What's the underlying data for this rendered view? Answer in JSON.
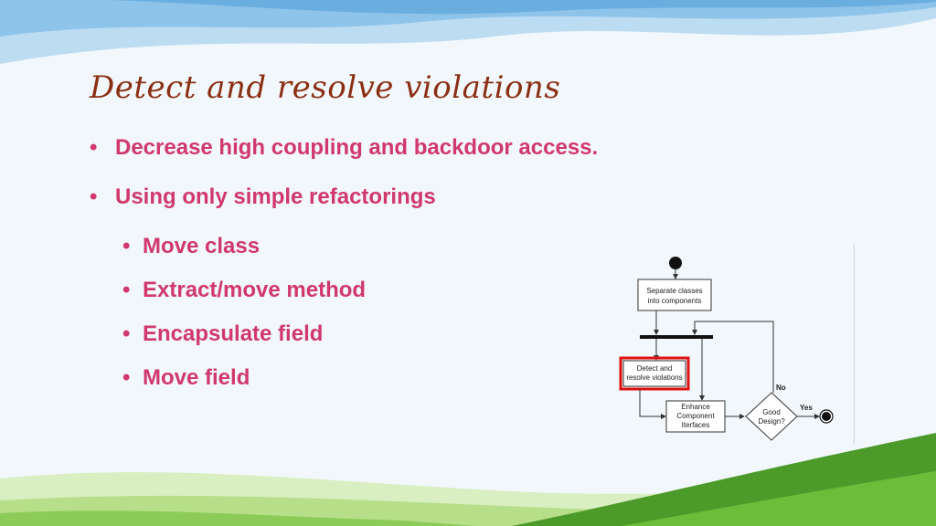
{
  "slide": {
    "title": "Detect and resolve violations",
    "bullets": [
      "Decrease high coupling and backdoor access.",
      "Using only simple refactorings"
    ],
    "sub_bullets": [
      "Move class",
      "Extract/move method",
      "Encapsulate field",
      "Move field"
    ],
    "bullet_glyph": "•"
  },
  "diagram": {
    "separate_label_1": "Separate classes",
    "separate_label_2": "into components",
    "detect_label_1": "Detect and",
    "detect_label_2": "resolve violations",
    "enhance_label_1": "Enhance",
    "enhance_label_2": "Component",
    "enhance_label_3": "Iterfaces",
    "decision_label_1": "Good",
    "decision_label_2": "Design?",
    "no_label": "No",
    "yes_label": "Yes",
    "highlight_color": "#e01010"
  },
  "colors": {
    "title": "#8b2f12",
    "bullet_text": "#d1386b",
    "background": "#f1f7fb"
  }
}
